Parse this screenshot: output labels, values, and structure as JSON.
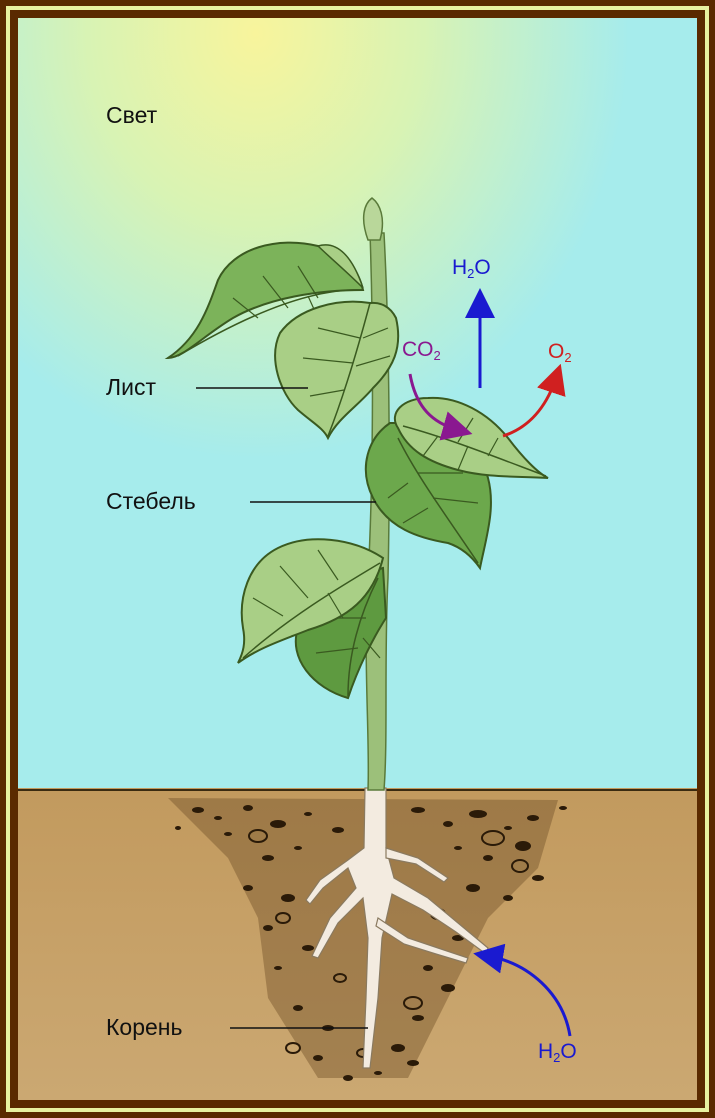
{
  "labels": {
    "light": "Свет",
    "leaf": "Лист",
    "stem": "Стебель",
    "root": "Корень"
  },
  "chemicals": {
    "h2o_top": {
      "main": "H",
      "sub": "2",
      "tail": "O"
    },
    "co2": {
      "main": "CO",
      "sub": "2",
      "tail": ""
    },
    "o2": {
      "main": "O",
      "sub": "2",
      "tail": ""
    },
    "h2o_bottom": {
      "main": "H",
      "sub": "2",
      "tail": "O"
    }
  },
  "colors": {
    "frame": "#5a2a00",
    "frame_line": "#e8f2a0",
    "sky_light": "#f6f3a0",
    "sky": "#a6ecec",
    "soil": "#c9a46a",
    "leaf": "#7cb35a",
    "leaf_light": "#a9cf86",
    "stem": "#9cc07a",
    "root": "#f3ebe0",
    "water": "#1a1ad0",
    "co2": "#8a1890",
    "o2": "#d02020"
  }
}
